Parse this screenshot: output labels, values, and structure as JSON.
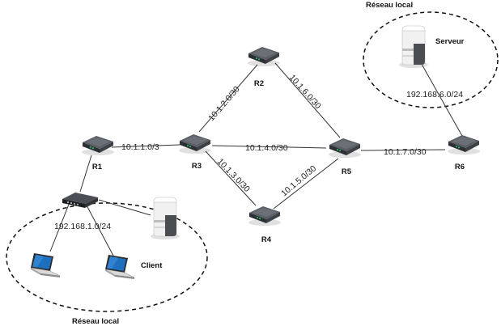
{
  "lan_top_title": "Réseau local",
  "lan_bottom_title": "Réseau local",
  "server_label": "Serveur",
  "client_label": "Client",
  "routers": {
    "r1": "R1",
    "r2": "R2",
    "r3": "R3",
    "r4": "R4",
    "r5": "R5",
    "r6": "R6"
  },
  "links": {
    "r1_r3": "10.1.1.0/3",
    "r3_r2": "10.1.2.0/30",
    "r2_r5": "10.1.6.0/30",
    "r3_r5": "10.1.4.0/30",
    "r3_r4": "10.1.3.0/30",
    "r4_r5": "10.1.5.0/30",
    "r5_r6": "10.1.7.0/30"
  },
  "lan_top_subnet": "192.168.6.0/24",
  "lan_bottom_subnet": "192.168.1.0/24",
  "colors": {
    "router_top": "#5a5f66",
    "router_side": "#2c2f33",
    "link": "#333333",
    "led": "#2ecc71",
    "screen": "#1f6fbf"
  }
}
